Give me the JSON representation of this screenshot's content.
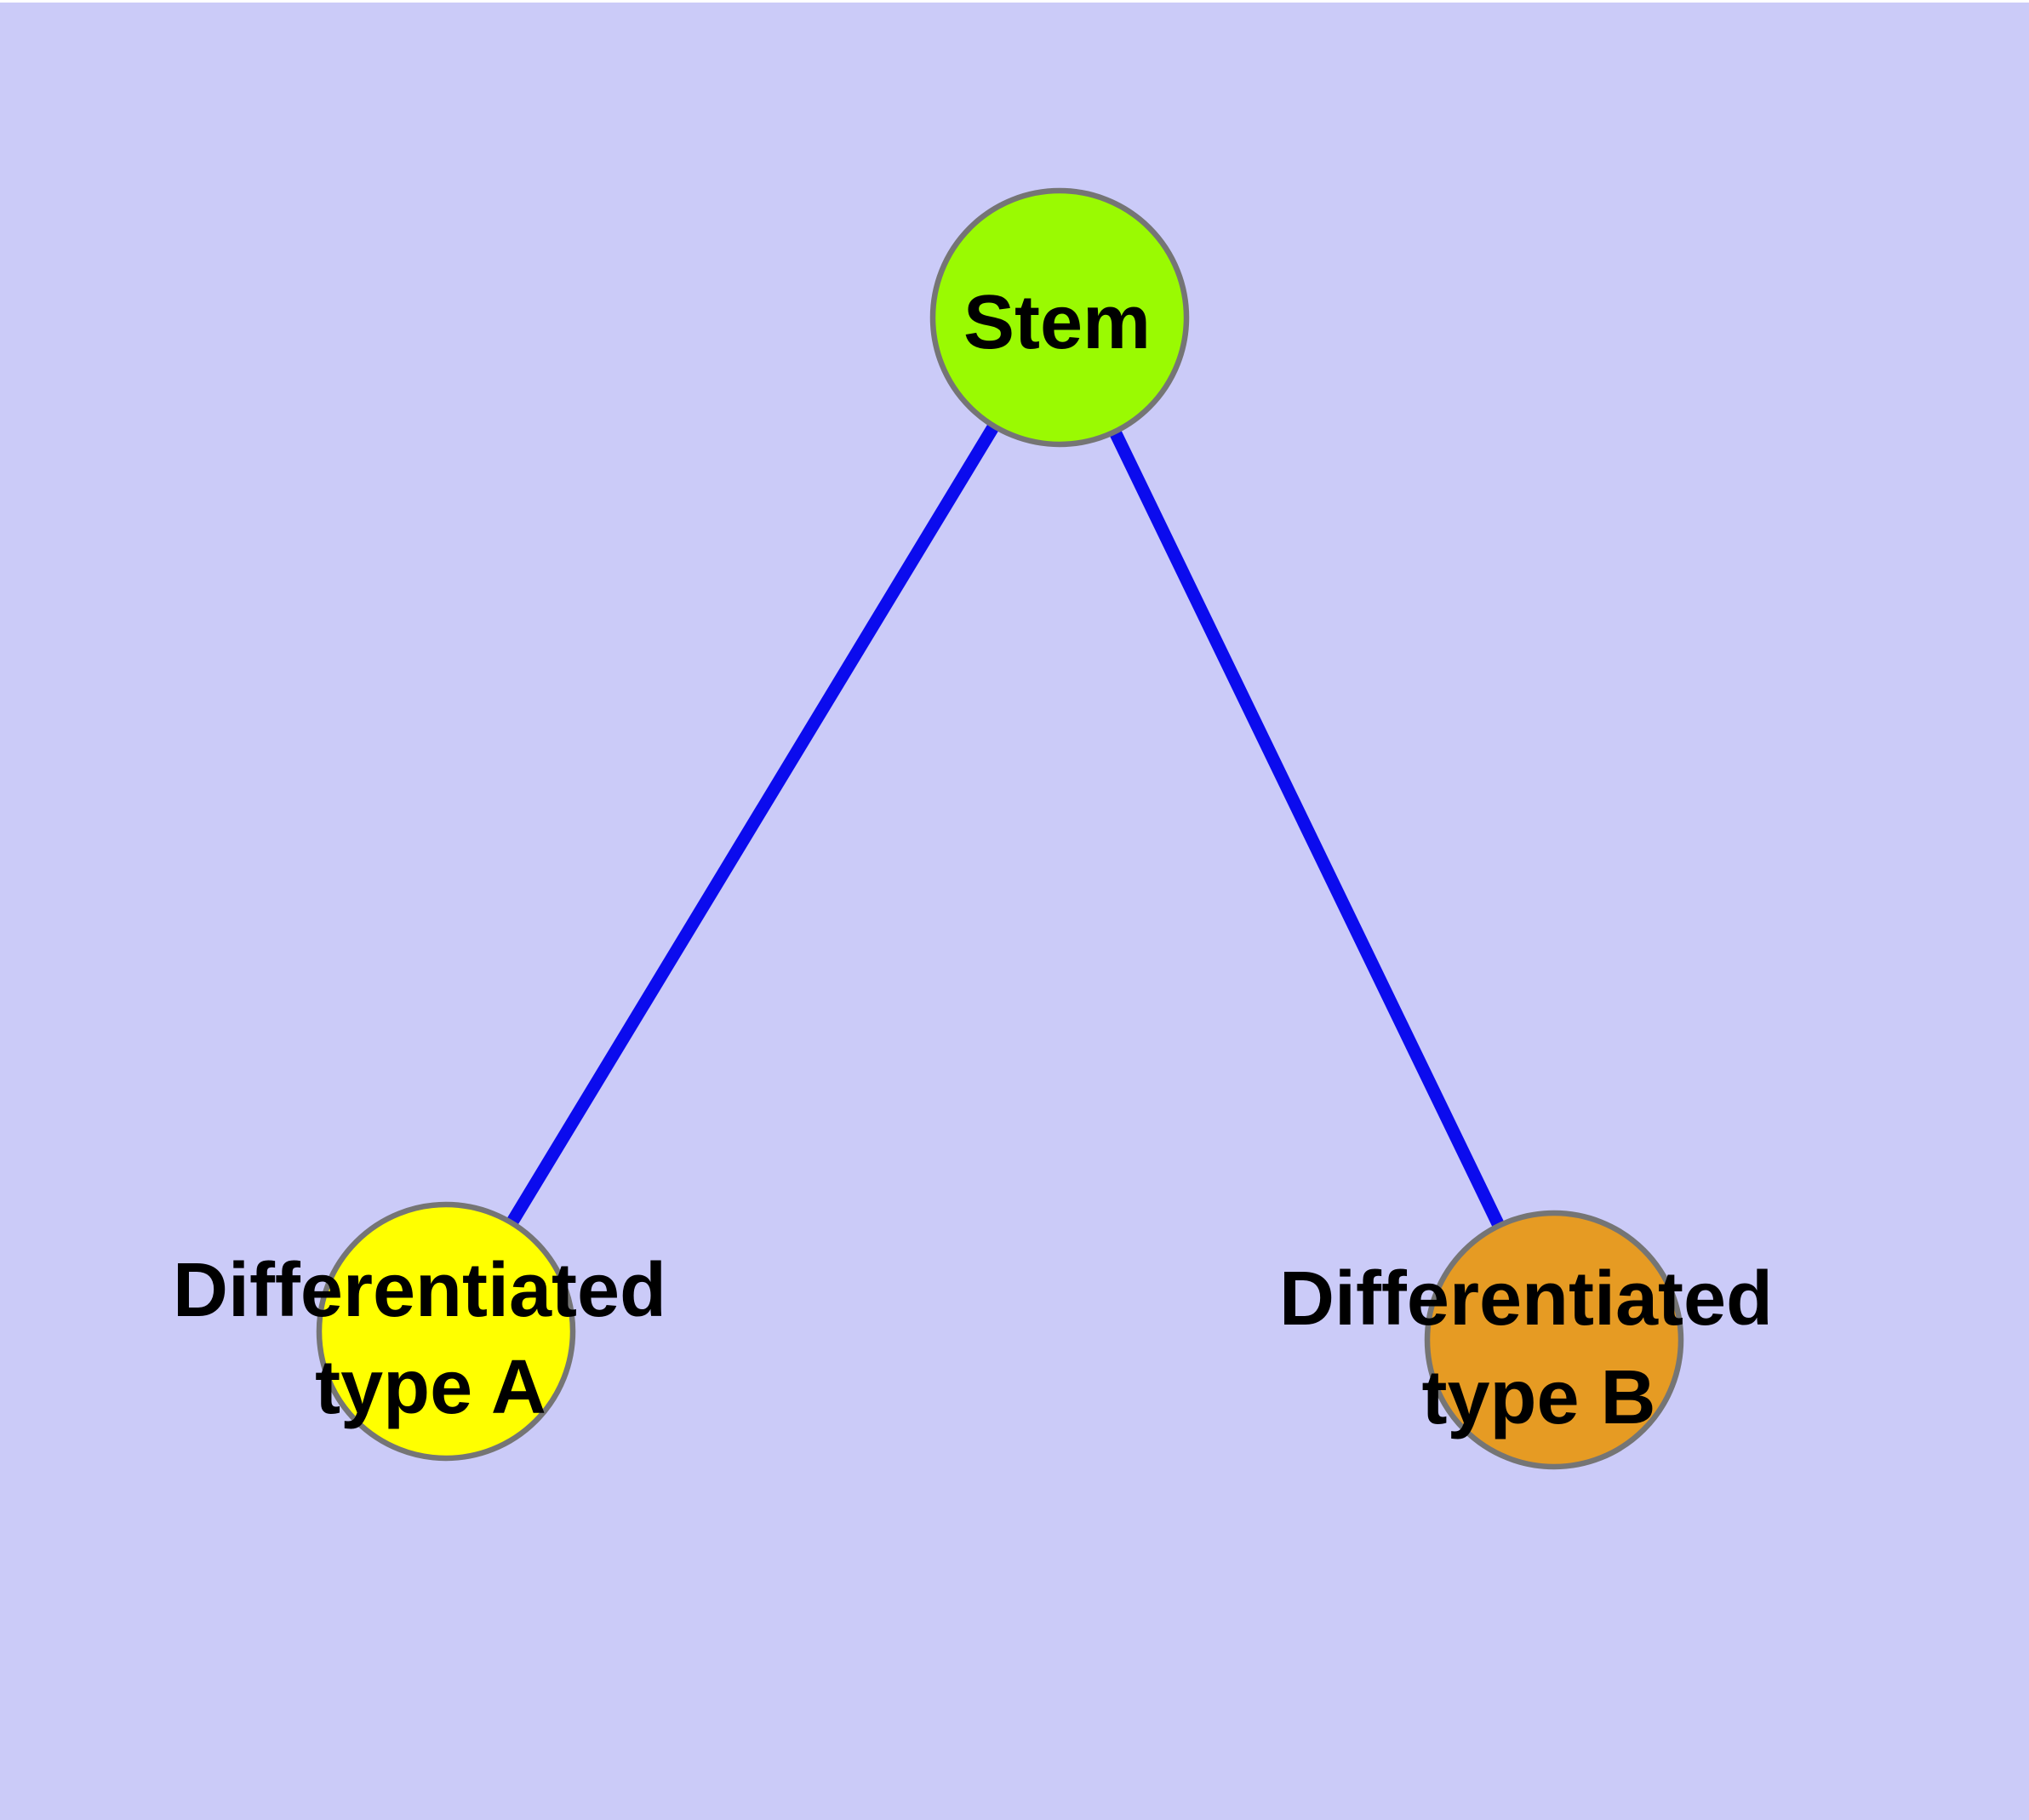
{
  "diagram": {
    "colors": {
      "background": "#cbcbf8",
      "top_strip": "#ffffff",
      "edge": "#0b0bee",
      "node_border": "#757575",
      "label_text": "#000000",
      "stem_fill": "#9afa02",
      "type_a_fill": "#ffff00",
      "type_b_fill": "#e69b23"
    },
    "nodes": {
      "stem": {
        "label": "Stem"
      },
      "type_a": {
        "label_line1": "Differentiated",
        "label_line2": "type A"
      },
      "type_b": {
        "label_line1": "Differentiated",
        "label_line2": "type B"
      }
    },
    "edges": [
      {
        "from": "Stem",
        "to": "Differentiated type A"
      },
      {
        "from": "Stem",
        "to": "Differentiated type B"
      }
    ]
  }
}
